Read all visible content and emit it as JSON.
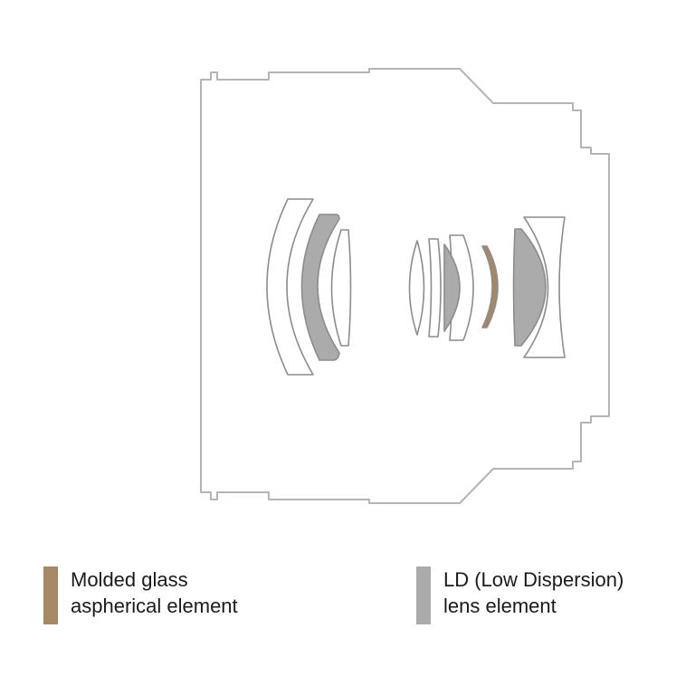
{
  "colors": {
    "outline": "#b4b4b4",
    "lens_outline": "#8c8c8c",
    "ld_fill": "#ababab",
    "molded_fill": "#a88764"
  },
  "legend": [
    {
      "key": "molded",
      "color": "#a88764",
      "lines": [
        "Molded glass",
        "aspherical element"
      ]
    },
    {
      "key": "ld",
      "color": "#ababab",
      "lines": [
        "LD (Low Dispersion)",
        "lens element"
      ]
    }
  ]
}
